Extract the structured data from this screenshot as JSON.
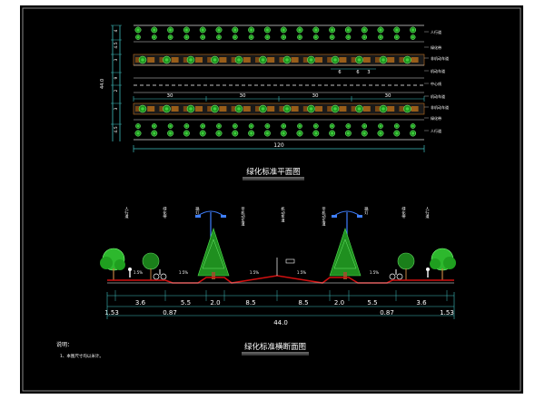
{
  "plan": {
    "title": "绿化标准平面图",
    "segment_dims": [
      "30",
      "30",
      "30",
      "30"
    ],
    "total_width": "120",
    "left_dims": [
      "4",
      "4.5",
      "3",
      "9",
      "2",
      "3",
      "4.5"
    ],
    "left_total": "44.0",
    "spacing_dims": [
      "6",
      "6",
      "3"
    ],
    "right_labels": [
      "人行道",
      "绿化带",
      "非机动车道",
      "机动车道",
      "中心线",
      "机动车道",
      "非机动车道",
      "绿化带",
      "人行道"
    ]
  },
  "section": {
    "title": "绿化标准横断面图",
    "segments": [
      "3.6",
      "5.5",
      "2.0",
      "8.5",
      "8.5",
      "2.0",
      "5.5",
      "3.6"
    ],
    "edges": [
      "1.53",
      "0.87",
      "0.87",
      "1.53"
    ],
    "total": "44.0",
    "slopes": [
      "1.5%",
      "1.5%",
      "1.5%",
      "1.5%",
      "1.5%"
    ],
    "labels_upper": [
      "人行道",
      "绿化带",
      "路灯",
      "非机动车道",
      "机动车道",
      "非机动车道",
      "路灯",
      "绿化带",
      "人行道"
    ]
  },
  "notes": {
    "heading": "说明：",
    "line1": "1、本图尺寸均以米计。"
  },
  "colors": {
    "background": "#000000",
    "frame": "#ffffff",
    "dim_line": "#3fbfbf",
    "tree_green": "#2db82d",
    "road_red": "#d01010"
  }
}
